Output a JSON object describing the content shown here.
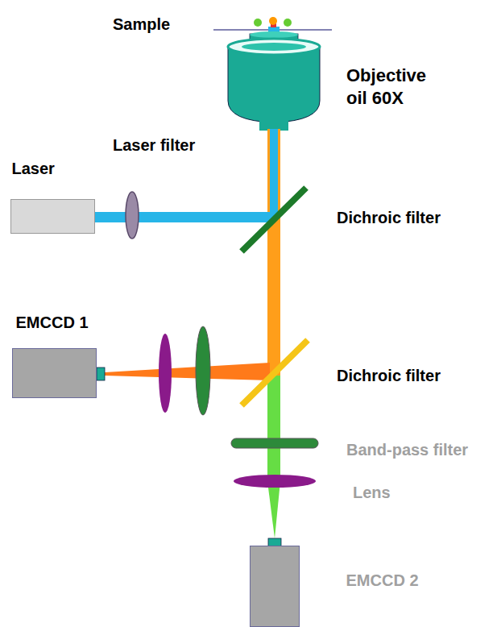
{
  "diagram": {
    "nodes": [
      {
        "text": [
          "Laser"
        ]
      },
      {
        "text": [
          "EMCCD 1"
        ]
      },
      {
        "text": [
          "EMCCD 2"
        ]
      }
    ],
    "labels": [
      "Sample",
      "Objective oil 60X",
      "Laser filter",
      "Dichroic filter",
      "Dichroic filter",
      "Band-pass filter",
      "Lens"
    ]
  }
}
